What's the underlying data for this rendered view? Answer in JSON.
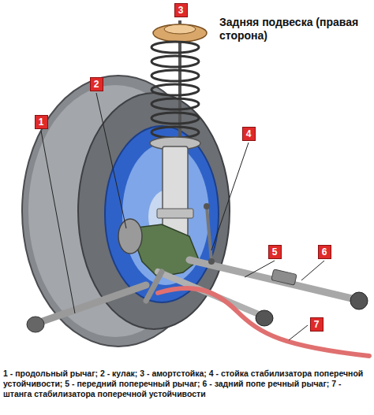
{
  "diagram": {
    "title": "Задняя подвеска (правая сторона)",
    "caption": "1 - продольный рычаг; 2 - кулак; 3 - амортстойка; 4 - стойка стабилизатора поперечной устойчивости; 5 - передний поперечный рычаг; 6 - задний попе речный рычаг; 7 - штанга стабилизатора поперечной устойчивости",
    "nodes": [
      {
        "text": [
          "3"
        ]
      },
      {
        "text": [
          "2"
        ]
      },
      {
        "text": [
          "1"
        ]
      },
      {
        "text": [
          "4"
        ]
      },
      {
        "text": [
          "5"
        ]
      },
      {
        "text": [
          "6"
        ]
      },
      {
        "text": [
          "7"
        ]
      }
    ]
  }
}
